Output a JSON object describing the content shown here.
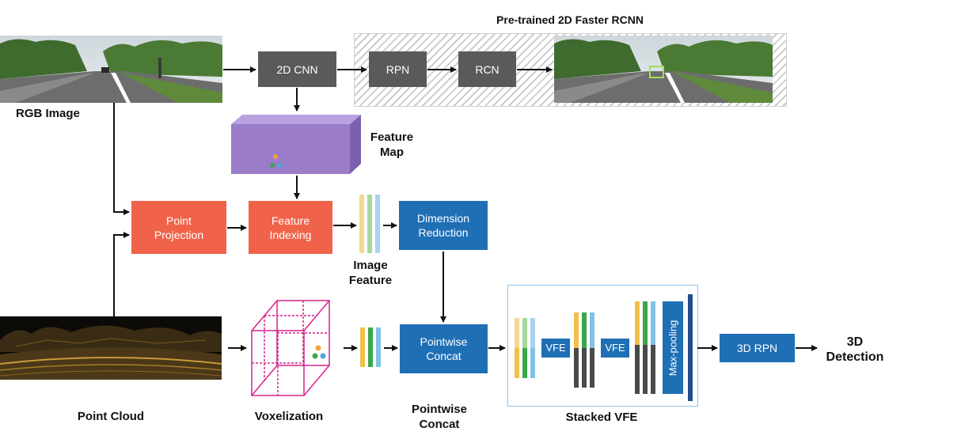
{
  "nodes": {
    "cnn2d": "2D CNN",
    "rpn": "RPN",
    "rcn": "RCN",
    "point_projection": "Point\nProjection",
    "feature_indexing": "Feature\nIndexing",
    "dimension_reduction": "Dimension\nReduction",
    "pointwise_concat": "Pointwise\nConcat",
    "vfe_1": "VFE",
    "vfe_2": "VFE",
    "max_pooling": "Max-pooling",
    "rpn3d": "3D RPN"
  },
  "captions": {
    "faster_rcnn": "Pre-trained 2D Faster RCNN",
    "rgb_image": "RGB Image",
    "feature_map": "Feature\nMap",
    "image_feature": "Image\nFeature",
    "point_cloud": "Point Cloud",
    "voxelization": "Voxelization",
    "pointwise_concat": "Pointwise\nConcat",
    "stacked_vfe": "Stacked VFE",
    "detection_3d": "3D\nDetection"
  },
  "colors": {
    "gray_box": "#5a5a5a",
    "orange_box": "#f0634a",
    "blue_box": "#1f6fb5",
    "feature_map_purple": "#9a7cc9",
    "voxel_magenta": "#d6238a",
    "stacked_vfe_border": "#8cc6e8",
    "feature_yellow": "#f2c04a",
    "feature_green": "#3aa84a",
    "feature_lightblue": "#7fc2e6",
    "feature_dark": "#4a4a4a"
  }
}
